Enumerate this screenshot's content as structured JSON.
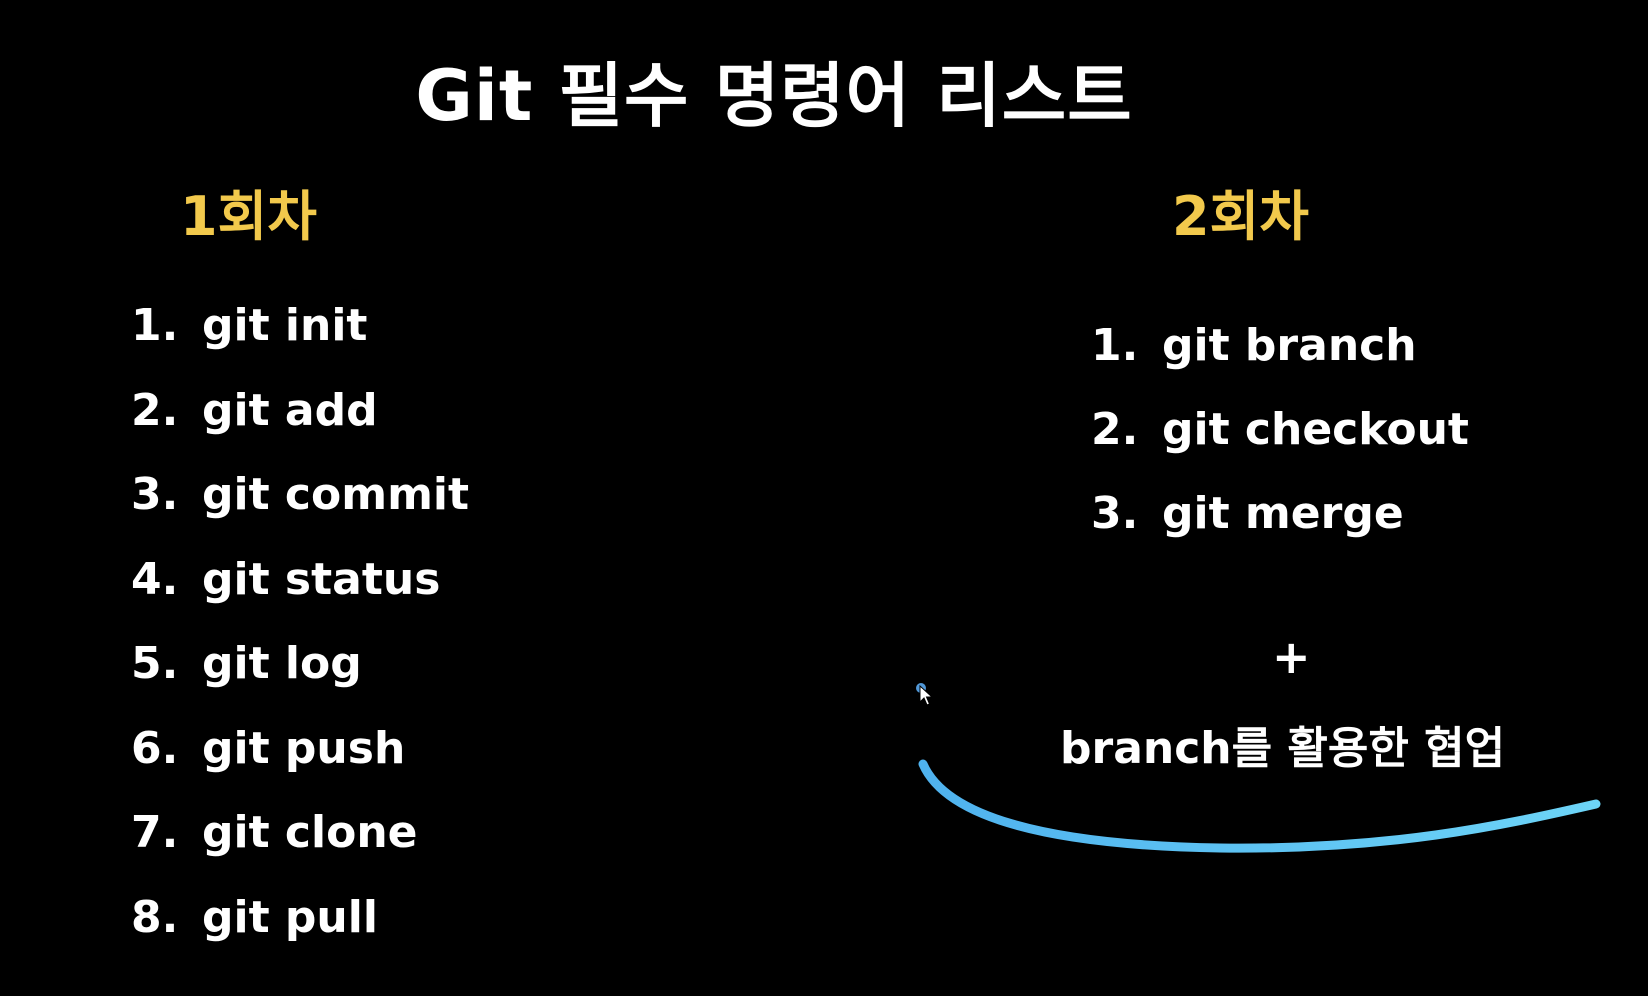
{
  "title": "Git 필수 명령어 리스트",
  "session1": {
    "heading": "1회차",
    "items": [
      {
        "num": "1.",
        "cmd": "git init"
      },
      {
        "num": "2.",
        "cmd": "git add"
      },
      {
        "num": "3.",
        "cmd": "git commit"
      },
      {
        "num": "4.",
        "cmd": "git status"
      },
      {
        "num": "5.",
        "cmd": "git log"
      },
      {
        "num": "6.",
        "cmd": "git push"
      },
      {
        "num": "7.",
        "cmd": "git clone"
      },
      {
        "num": "8.",
        "cmd": "git pull"
      }
    ]
  },
  "session2": {
    "heading": "2회차",
    "items": [
      {
        "num": "1.",
        "cmd": "git branch"
      },
      {
        "num": "2.",
        "cmd": "git checkout"
      },
      {
        "num": "3.",
        "cmd": "git merge"
      }
    ],
    "plus": "+",
    "extra": "branch를 활용한 협업"
  },
  "colors": {
    "background": "#000000",
    "heading": "#f2c94c",
    "text": "#ffffff",
    "annotation_stroke": "#5ec8f5"
  },
  "icons": {
    "cursor": "mouse-pointer-icon"
  }
}
